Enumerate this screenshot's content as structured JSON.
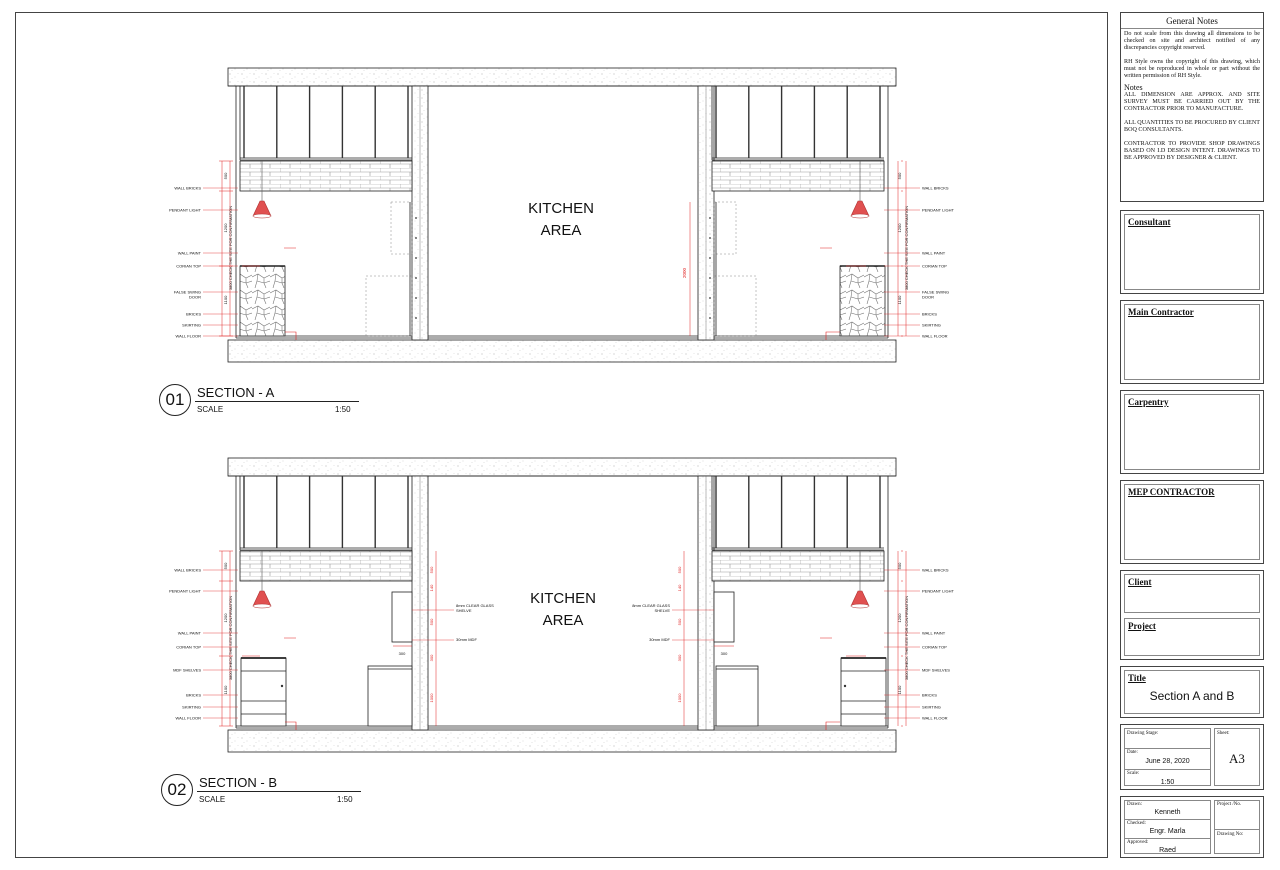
{
  "drawing": {
    "section_a": {
      "number": "01",
      "title": "SECTION - A",
      "scale_label": "SCALE",
      "scale_value": "1:50",
      "area_label_1": "KITCHEN",
      "area_label_2": "AREA"
    },
    "section_b": {
      "number": "02",
      "title": "SECTION - B",
      "scale_label": "SCALE",
      "scale_value": "1:50",
      "area_label_1": "KITCHEN",
      "area_label_2": "AREA"
    },
    "tags_a_left": [
      "WALL BRICKS",
      "PENDANT LIGHT",
      "WALL PAINT",
      "CORIAN TOP",
      "FALSE SWING",
      "DOOR",
      "BRICKS",
      "SKIRTING",
      "WALL FLOOR"
    ],
    "tags_a_right": [
      "WALL BRICKS",
      "PENDANT LIGHT",
      "WALL PAINT",
      "CORIAN TOP",
      "FALSE SWING",
      "DOOR",
      "BRICKS",
      "SKIRTING",
      "WALL FLOOR"
    ],
    "tags_b_left": [
      "WALL BRICKS",
      "PENDANT LIGHT",
      "WALL PAINT",
      "CORIAN TOP",
      "MDF SHELVES",
      "BRICKS",
      "SKIRTING",
      "WALL FLOOR"
    ],
    "tags_b_right": [
      "WALL BRICKS",
      "PENDANT LIGHT",
      "WALL PAINT",
      "CORIAN TOP",
      "MDF SHELVES",
      "BRICKS",
      "SKIRTING",
      "WALL FLOOR"
    ],
    "tags_b_mid_left": [
      "8mm CLEAR GLASS",
      "SHELVE",
      "30mm MDF"
    ],
    "tags_b_mid_right": [
      "8mm CLEAR GLASS",
      "SHELVE",
      "30mm MDF"
    ],
    "dims_a": {
      "d500": "500",
      "d1200": "1200",
      "d1100": "1100",
      "d2000": "2000",
      "check": "3800 CHECK THE SITE FOR CONFIRMATION"
    },
    "dims_b": {
      "d500": "500",
      "d1200": "1200",
      "d1100": "1100",
      "d140": "140",
      "d500b": "500",
      "d300": "300",
      "d1000": "1000",
      "d300w": "300",
      "check": "3800 CHECK THE SITE FOR CONFIRMATION"
    }
  },
  "title_block": {
    "general_notes": {
      "heading": "General Notes",
      "p1": "Do not scale from this drawing all dimensions to be checked on site and architect notified of any discrepancies copyright reserved.",
      "p2": "RH Style owns the copyright of this drawing, which must not be reproduced in whole or part without the written permission of RH Style.",
      "notes_heading": "Notes",
      "n1": "ALL DIMENSION ARE APPROX. AND SITE SURVEY MUST BE CARRIED OUT BY THE CONTRACTOR PRIOR TO MANUFACTURE.",
      "n2": "ALL QUANTITIES TO BE PROCURED BY CLIENT BOQ CONSULTANTS.",
      "n3": "CONTRACTOR TO PROVIDE SHOP DRAWINGS BASED ON I.D DESIGN INTENT. DRAWINGS TO BE APPROVED BY DESIGNER & CLIENT."
    },
    "consultant": "Consultant",
    "main_contractor": "Main Contractor",
    "carpentry": "Carpentry",
    "mep_contractor": "MEP CONTRACTOR",
    "client": "Client",
    "project": "Project",
    "title_label": "Title",
    "title_value": "Section A and B",
    "drawing_stage_label": "Drawing Stage:",
    "sheet_label": "Sheet:",
    "sheet_value": "A3",
    "date_label": "Date:",
    "date_value": "June 28, 2020",
    "scale_label": "Scale:",
    "scale_value": "1:50",
    "drawn_label": "Drawn:",
    "drawn_value": "Kenneth",
    "project_no_label": "Project /No.",
    "checked_label": "Checked:",
    "checked_value": "Engr. Marla",
    "drawing_no_label": "Drawing No:",
    "approved_label": "Approved:",
    "approved_value": "Raed"
  },
  "colors": {
    "line": "#222222",
    "dim": "#e02020",
    "lamp": "#e05050"
  }
}
